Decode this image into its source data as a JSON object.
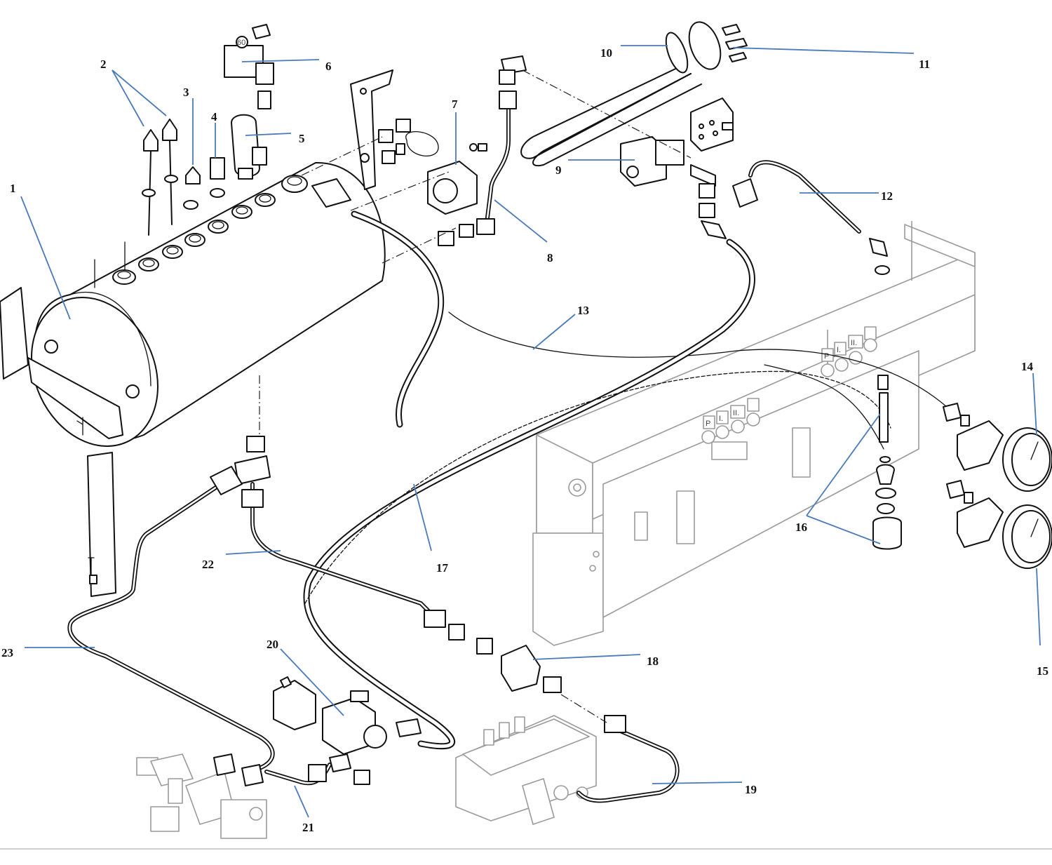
{
  "callouts": [
    "1",
    "2",
    "3",
    "4",
    "5",
    "6",
    "7",
    "8",
    "9",
    "10",
    "11",
    "12",
    "13",
    "14",
    "15",
    "16",
    "17",
    "18",
    "19",
    "20",
    "21",
    "22",
    "23"
  ],
  "panel_buttons": [
    "P",
    "I.",
    "II."
  ],
  "solenoid_top_label": "60"
}
